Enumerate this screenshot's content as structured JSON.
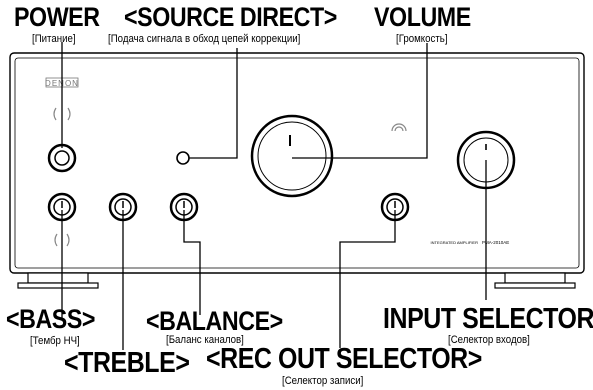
{
  "labels": {
    "power": {
      "title": "POWER",
      "sub": "[Питание]"
    },
    "source_direct": {
      "title": "<SOURCE DIRECT>",
      "sub": "[Подача сигнала в обход цепей коррекции]"
    },
    "volume": {
      "title": "VOLUME",
      "sub": "[Громкость]"
    },
    "bass": {
      "title": "<BASS>",
      "sub": "[Тембр НЧ]"
    },
    "treble": {
      "title": "<TREBLE>"
    },
    "balance": {
      "title": "<BALANCE>",
      "sub": "[Баланс каналов]"
    },
    "rec_out": {
      "title": "<REC OUT SELECTOR>",
      "sub": "[Селектор записи]"
    },
    "input_selector": {
      "title": "INPUT SELECTOR",
      "sub": "[Селектор входов]"
    }
  },
  "panel": {
    "brand": "DENON",
    "model_caption": "INTEGRATED AMPLIFIER",
    "model": "PMA-2010AE"
  }
}
